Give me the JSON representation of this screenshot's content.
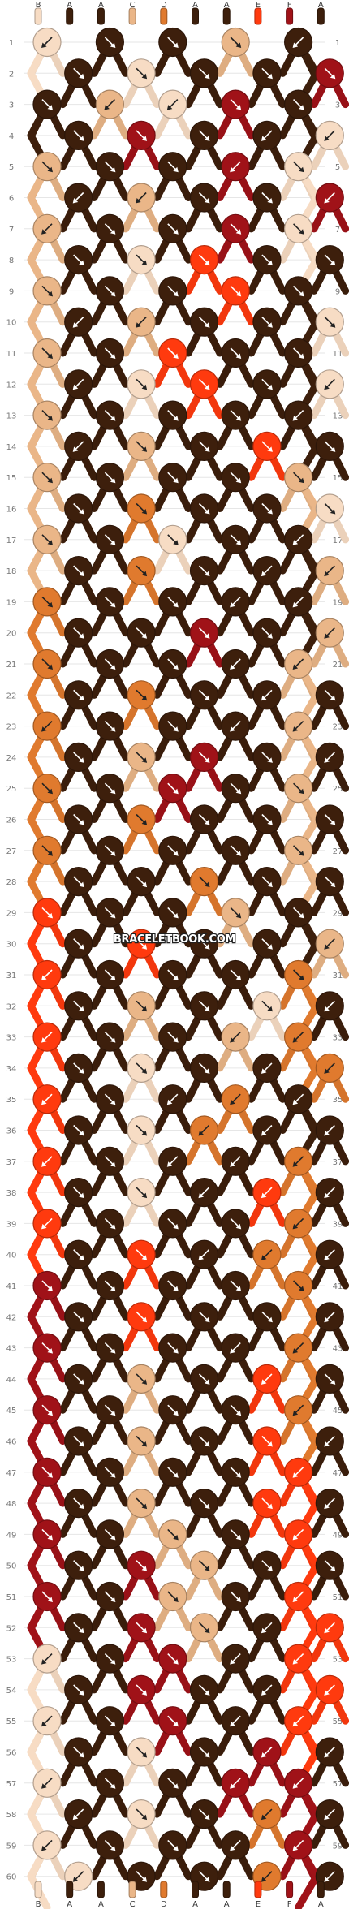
{
  "watermark": "BRACELETBOOK.COM",
  "colors": {
    "A": "#3d1f0c",
    "B": "#f7dcc4",
    "C": "#eab688",
    "D": "#e07a2e",
    "E": "#ff3a0e",
    "F": "#a01218"
  },
  "strand_labels": [
    "B",
    "A",
    "A",
    "C",
    "D",
    "A",
    "A",
    "E",
    "F",
    "A"
  ],
  "row_labels": [
    "1",
    "2",
    "3",
    "4",
    "5",
    "6",
    "7",
    "8",
    "9",
    "10",
    "11",
    "12",
    "13",
    "14",
    "15",
    "16",
    "17",
    "18",
    "19",
    "20",
    "21",
    "22",
    "23",
    "24",
    "25",
    "26",
    "27",
    "28",
    "29",
    "30",
    "31",
    "32",
    "33",
    "34",
    "35",
    "36",
    "37",
    "38",
    "39",
    "40",
    "41",
    "42",
    "43",
    "44",
    "45",
    "46",
    "47",
    "48",
    "49",
    "50",
    "51",
    "52",
    "53",
    "54",
    "55",
    "56",
    "57",
    "58",
    "59",
    "60"
  ],
  "knot_rows": [
    "BAACA",
    "ABAAF",
    "ACBFA",
    "AFAAB",
    "CAAFB",
    "ACAAF",
    "CAAFB",
    "ABEAA",
    "CAAEA",
    "ACAAB",
    "CAEAA",
    "ABEAB",
    "CAAAA",
    "ACAEA",
    "CAAAC",
    "ADAAB",
    "CABAA",
    "ADAAC",
    "DAAAA",
    "AAFAC",
    "DAAAC",
    "ADAAA",
    "DAAAC",
    "ACFAA",
    "DAFAC",
    "ADAAA",
    "DAAAC",
    "AADAA",
    "EAACA",
    "AEAAC",
    "EAAAD",
    "ACABA",
    "EAACD",
    "ABAAD",
    "EAADA",
    "ABDAA",
    "EAAAD",
    "ABAEA",
    "EAAAD",
    "AEADA",
    "FAAAD",
    "AEAAA",
    "FAAAD",
    "ACAEA",
    "FAAAD",
    "ACAEA",
    "FAAAE",
    "ACAEA",
    "FACAE",
    "AFCAA",
    "FACAE",
    "AFCAE",
    "BAFAE",
    "AFAAE",
    "BAFAE",
    "ABAFA",
    "BAAFF",
    "ABADA",
    "BAAAF",
    "BAADA"
  ],
  "arrows": [
    "LRRRL",
    "RRRRR",
    "RLLRR",
    "RRRLL",
    "RRRLR",
    "LLRRL",
    "LRRRR",
    "RRRRR",
    "RRRRR",
    "LLRRR",
    "RRRRR",
    "LRRRL",
    "RRRRL",
    "LRRRR",
    "RRRRR",
    "RRRRR",
    "RRRRL",
    "RRRLL",
    "RRRLL",
    "RRRRL",
    "RRRLL",
    "RRRLR",
    "LRRLL",
    "RRRRL",
    "RRRRR",
    "RRRRR",
    "RRRRR",
    "RRRRR",
    "RRRRR",
    "RRRRL",
    "LRRRR",
    "RRRRL",
    "LRRLL",
    "RRRLL",
    "LRLLL",
    "RRLLL",
    "LRLLL",
    "RRLLL",
    "LRRRL",
    "RRLLL",
    "RRRRR",
    "RRRRL",
    "RRRLL",
    "RRRLR",
    "RRRRL",
    "RRRRL",
    "RRRRL",
    "RRRRL",
    "RRRRL",
    "RRRRR",
    "RRRRL",
    "RRRLL",
    "LRRLL",
    "RRRLL",
    "LRRLL",
    "RRRLL",
    "LRRLL",
    "LRRLL",
    "LRRLL",
    "LRRLL"
  ]
}
